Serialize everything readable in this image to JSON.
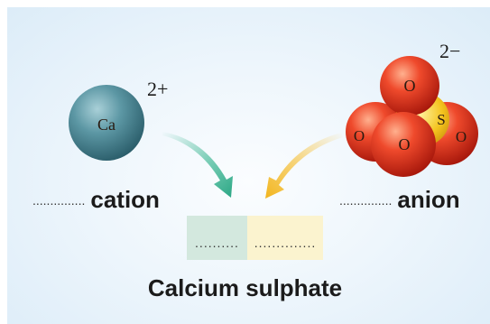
{
  "cation": {
    "symbol": "Ca",
    "charge": "2+",
    "blank": "...............",
    "label": "cation",
    "color": "#4d8a97"
  },
  "anion": {
    "atoms": {
      "top": "O",
      "left": "O",
      "right": "O",
      "front": "O",
      "center": "S"
    },
    "charge": "2−",
    "blank": "...............",
    "label": "anion",
    "oxygen_color": "#e23b25",
    "sulfur_color": "#f3c21b"
  },
  "formula_boxes": {
    "left_blank": "..........",
    "right_blank": "..............",
    "left_color": "#d3e8de",
    "right_color": "#fbf3cf"
  },
  "arrows": {
    "left_color": "#36b48f",
    "right_color": "#f6c13a"
  },
  "compound_name": "Calcium sulphate"
}
